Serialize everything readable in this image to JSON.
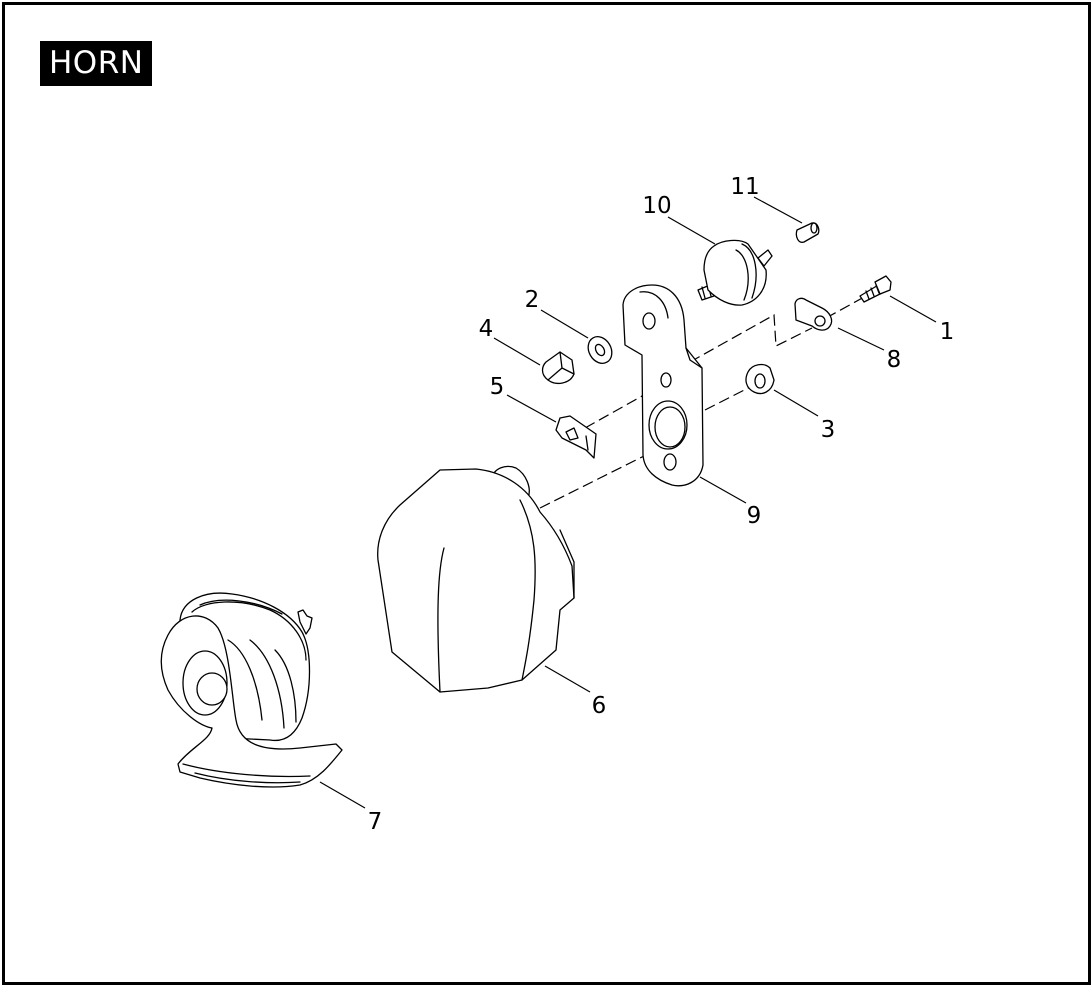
{
  "title": "HORN",
  "callouts": [
    {
      "id": "1",
      "text": "1"
    },
    {
      "id": "2",
      "text": "2"
    },
    {
      "id": "3",
      "text": "3"
    },
    {
      "id": "4",
      "text": "4"
    },
    {
      "id": "5",
      "text": "5"
    },
    {
      "id": "6",
      "text": "6"
    },
    {
      "id": "7",
      "text": "7"
    },
    {
      "id": "8",
      "text": "8"
    },
    {
      "id": "9",
      "text": "9"
    },
    {
      "id": "10",
      "text": "10"
    },
    {
      "id": "11",
      "text": "11"
    }
  ],
  "colors": {
    "ink": "#000000",
    "paper": "#ffffff"
  }
}
